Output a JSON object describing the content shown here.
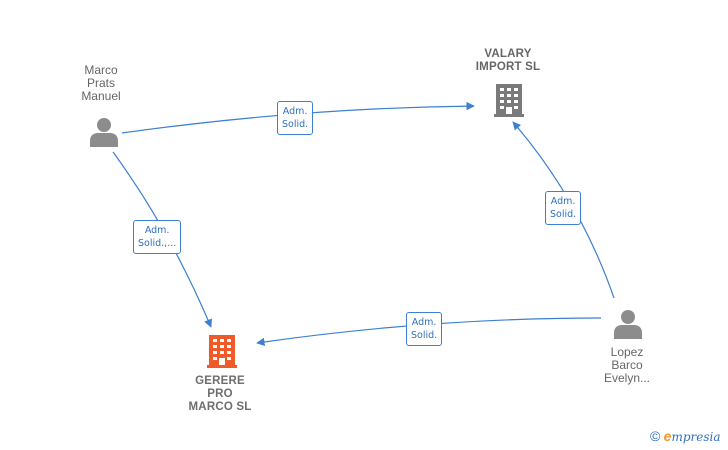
{
  "nodes": {
    "marco": {
      "lines": [
        "Marco",
        "Prats",
        "Manuel"
      ],
      "type": "person"
    },
    "valary": {
      "lines": [
        "VALARY",
        "IMPORT  SL"
      ],
      "type": "company"
    },
    "gerere": {
      "lines": [
        "GERERE",
        "PRO",
        "MARCO  SL"
      ],
      "type": "company-highlight"
    },
    "lopez": {
      "lines": [
        "Lopez",
        "Barco",
        "Evelyn..."
      ],
      "type": "person"
    }
  },
  "edges": [
    {
      "from": "marco",
      "to": "valary",
      "label": [
        "Adm.",
        "Solid."
      ]
    },
    {
      "from": "marco",
      "to": "gerere",
      "label": [
        "Adm.",
        "Solid.,..."
      ]
    },
    {
      "from": "lopez",
      "to": "valary",
      "label": [
        "Adm.",
        "Solid."
      ]
    },
    {
      "from": "lopez",
      "to": "gerere",
      "label": [
        "Adm.",
        "Solid."
      ]
    }
  ],
  "colors": {
    "edge": "#3d7fd0",
    "person_icon": "#8c8c8c",
    "company_icon": "#7a7a7a",
    "highlight_icon": "#f05a28"
  },
  "footer": {
    "symbol": "©",
    "brand_initial": "e",
    "brand_rest": "mpresia"
  }
}
